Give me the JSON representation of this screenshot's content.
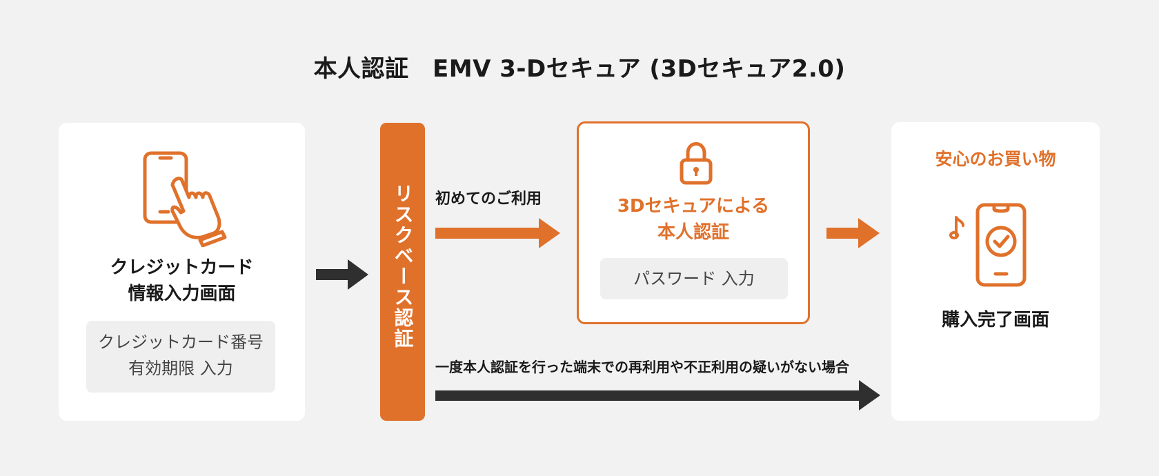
{
  "title": "本人認証　EMV 3-Dセキュア (3Dセキュア2.0)",
  "step1": {
    "title_line1": "クレジットカード",
    "title_line2": "情報入力画面",
    "box_line1": "クレジットカード番号",
    "box_line2": "有効期限 入力",
    "icon": "phone-tap-icon"
  },
  "risk": {
    "label": "リスクベース認証"
  },
  "flow": {
    "first_use_label": "初めてのご利用",
    "bypass_label": "一度本人認証を行った端末での再利用や不正利用の疑いがない場合"
  },
  "step2": {
    "title_line1": "3Dセキュアによる",
    "title_line2": "本人認証",
    "box": "パスワード 入力",
    "icon": "lock-icon"
  },
  "step3": {
    "heading": "安心のお買い物",
    "title": "購入完了画面",
    "icon": "phone-check-icon",
    "note_icon": "music-note-icon"
  },
  "colors": {
    "accent": "#e0712b",
    "dark_arrow": "#2f2f2f",
    "background": "#f2f2f2"
  }
}
